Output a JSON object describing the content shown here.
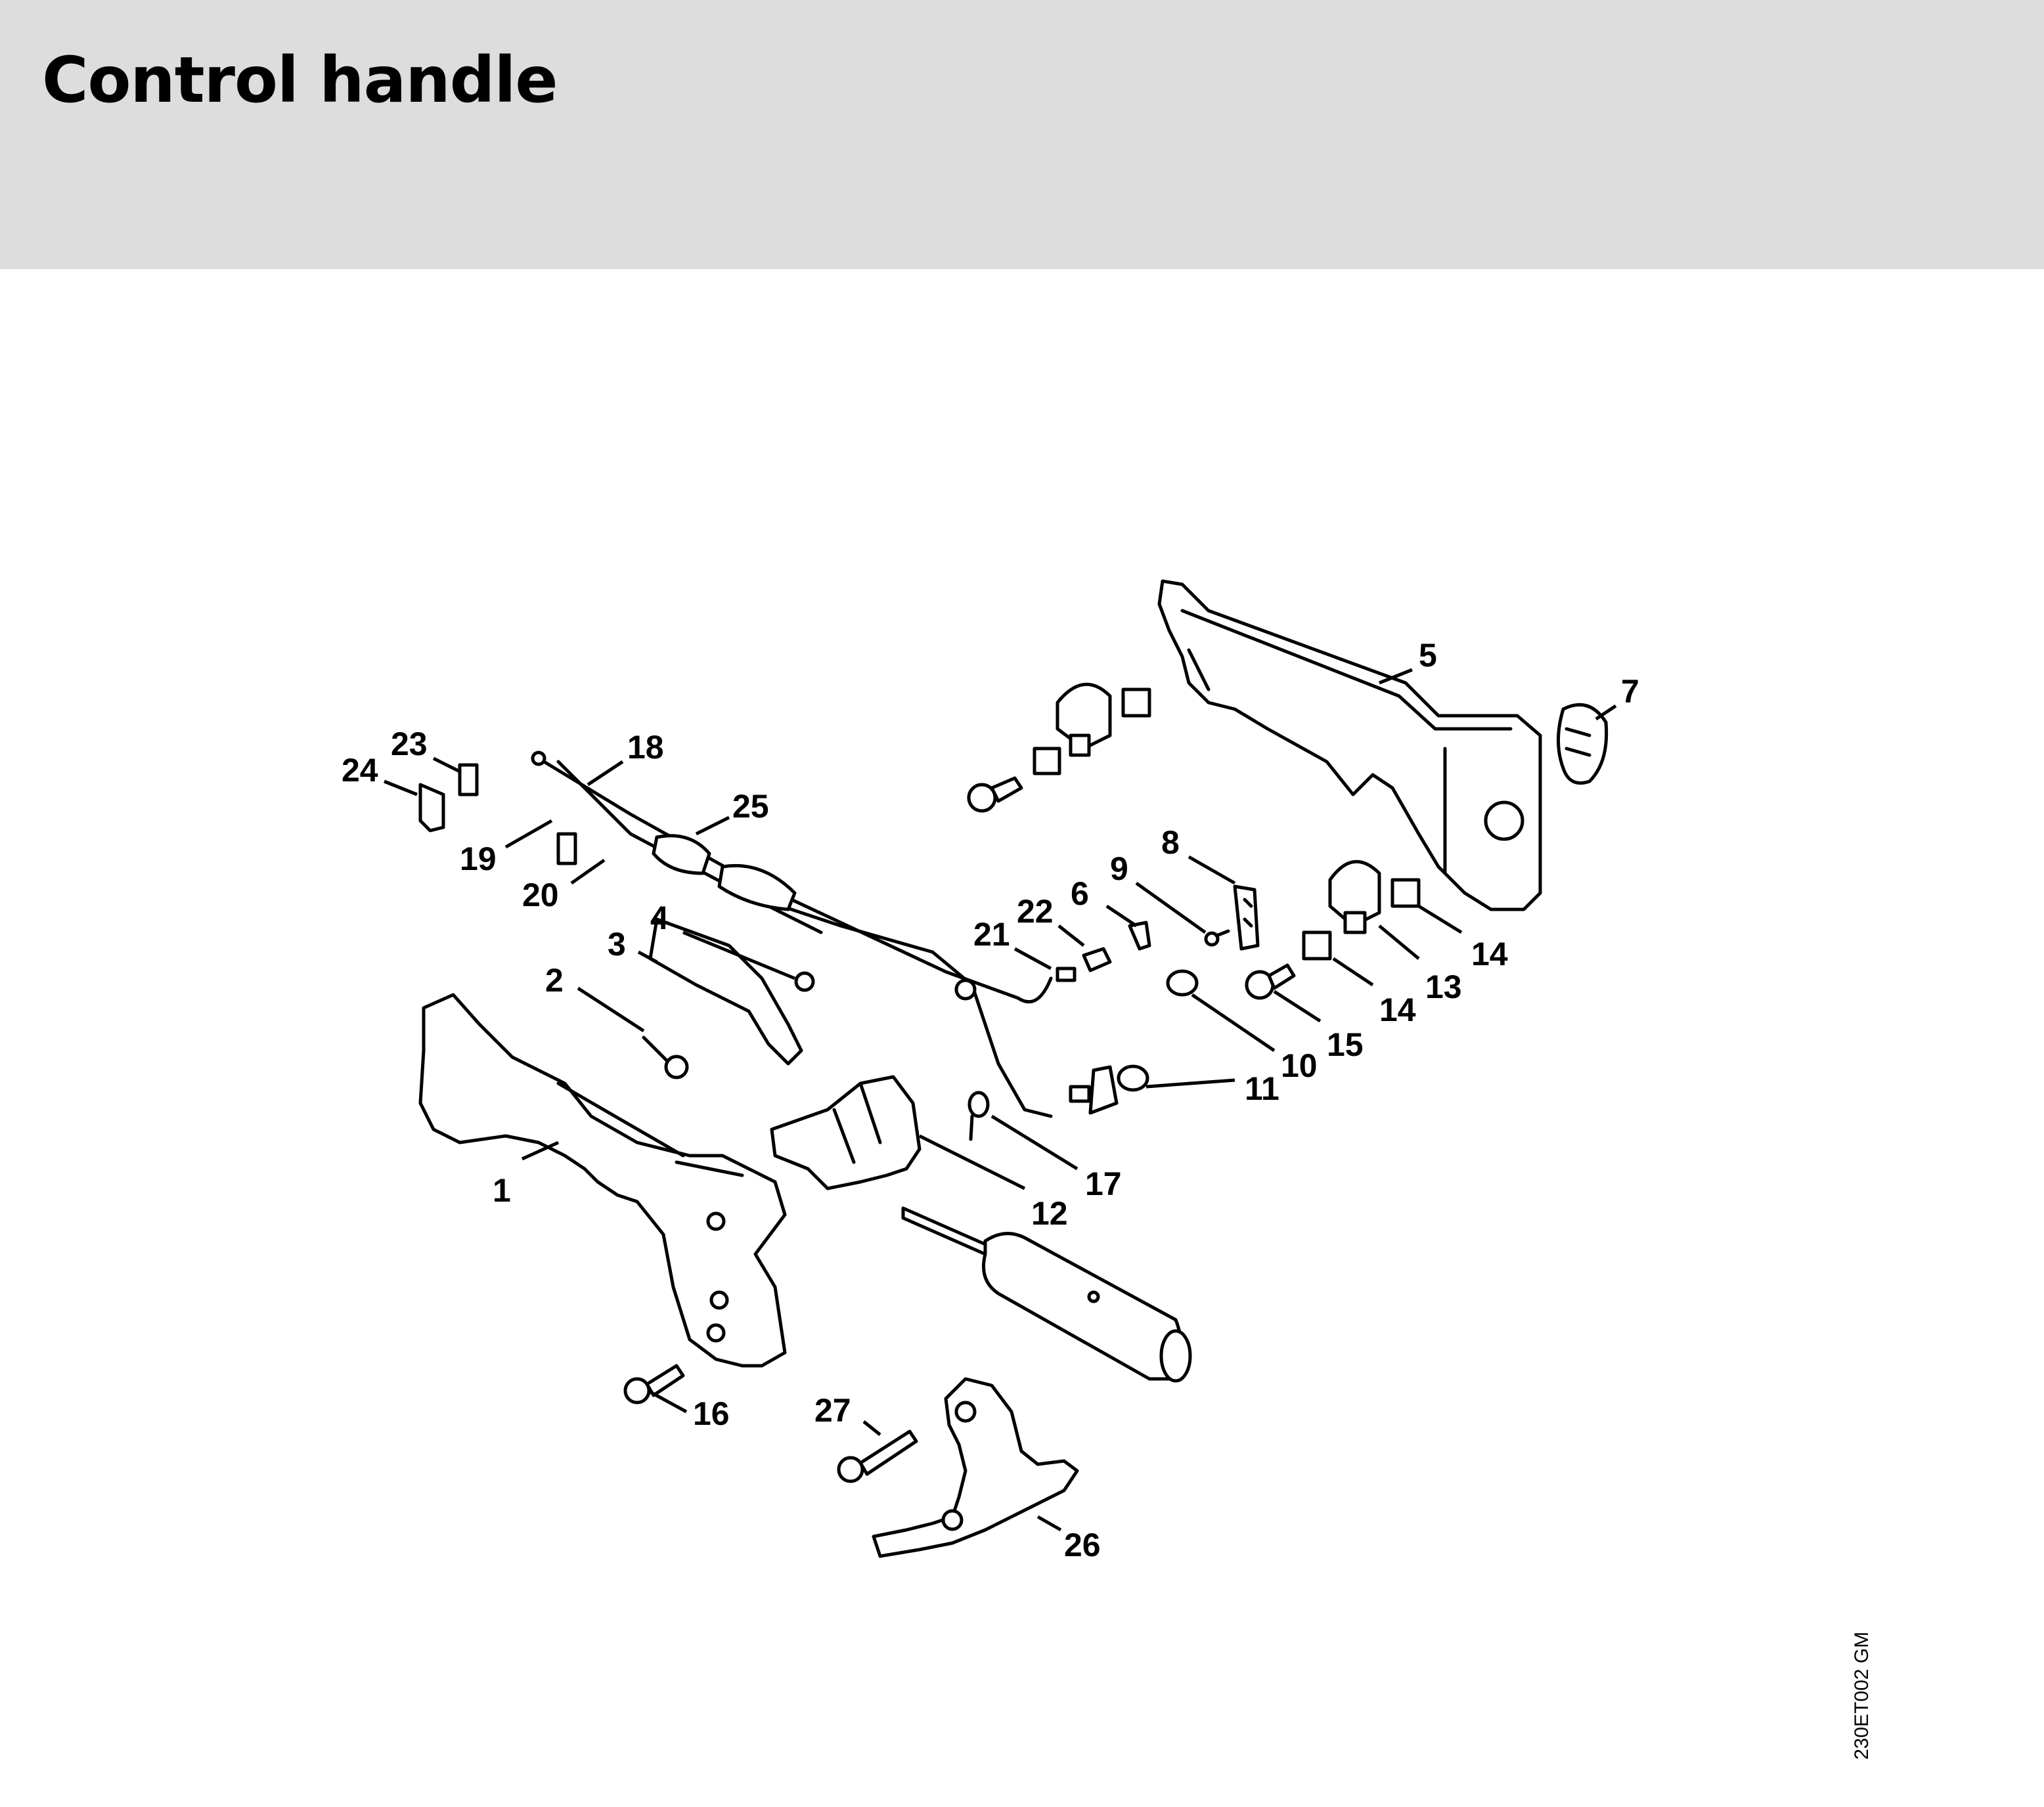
{
  "page_title": "Control handle",
  "doc_code": "230ET002 GM",
  "parts": [
    {
      "id": "part-1",
      "label": "1"
    },
    {
      "id": "part-2",
      "label": "2"
    },
    {
      "id": "part-3",
      "label": "3"
    },
    {
      "id": "part-4",
      "label": "4"
    },
    {
      "id": "part-5",
      "label": "5"
    },
    {
      "id": "part-6",
      "label": "6"
    },
    {
      "id": "part-7",
      "label": "7"
    },
    {
      "id": "part-8",
      "label": "8"
    },
    {
      "id": "part-9",
      "label": "9"
    },
    {
      "id": "part-10",
      "label": "10"
    },
    {
      "id": "part-11",
      "label": "11"
    },
    {
      "id": "part-12",
      "label": "12"
    },
    {
      "id": "part-13",
      "label": "13"
    },
    {
      "id": "part-14a",
      "label": "14"
    },
    {
      "id": "part-14b",
      "label": "14"
    },
    {
      "id": "part-15",
      "label": "15"
    },
    {
      "id": "part-16",
      "label": "16"
    },
    {
      "id": "part-17",
      "label": "17"
    },
    {
      "id": "part-18",
      "label": "18"
    },
    {
      "id": "part-19",
      "label": "19"
    },
    {
      "id": "part-20",
      "label": "20"
    },
    {
      "id": "part-21",
      "label": "21"
    },
    {
      "id": "part-22",
      "label": "22"
    },
    {
      "id": "part-23",
      "label": "23"
    },
    {
      "id": "part-24",
      "label": "24"
    },
    {
      "id": "part-25",
      "label": "25"
    },
    {
      "id": "part-26",
      "label": "26"
    },
    {
      "id": "part-27",
      "label": "27"
    }
  ]
}
